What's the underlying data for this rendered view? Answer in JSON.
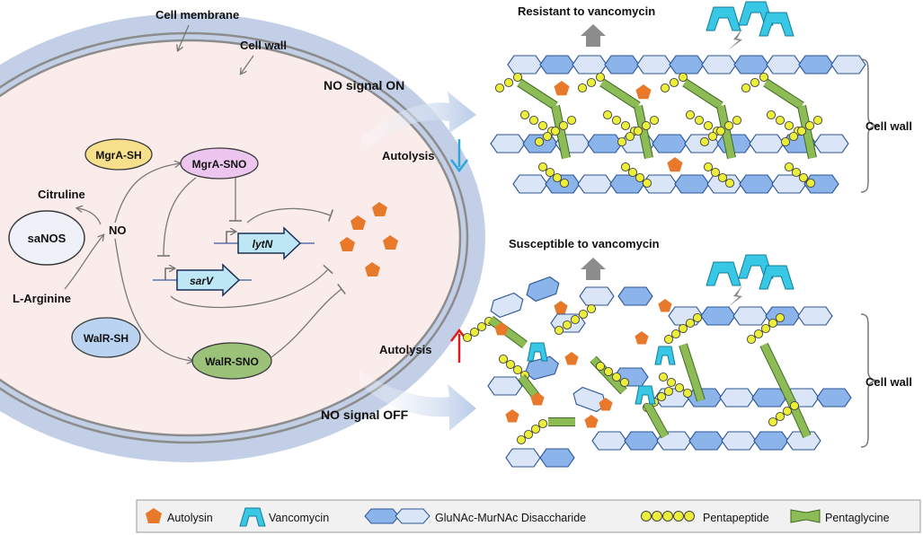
{
  "colors": {
    "cell_wall_band": "#c3cfe6",
    "cytoplasm": "#fbecec",
    "membrane": "#8c8c8c",
    "mgra_sh": "#f7e08c",
    "mgra_sno": "#ecc6ef",
    "walr_sh": "#b9d3f1",
    "walr_sno": "#9cc27a",
    "gene_arrow": "#bde7f5",
    "autolysin": "#e8782a",
    "vancomycin": "#38c8e6",
    "hex_light": "#dae6f7",
    "hex_dark": "#8bb4ea",
    "pentapeptide": "#ecef3a",
    "pentaglycine": "#8dbb55",
    "down_arrow": "#2ca7de",
    "up_arrow": "#e01b1b"
  },
  "labels": {
    "cell_membrane": "Cell membrane",
    "cell_wall_top": "Cell wall",
    "citruline": "Citruline",
    "sanos": "saNOS",
    "no": "NO",
    "l_arginine": "L-Arginine",
    "mgra_sh": "MgrA-SH",
    "mgra_sno": "MgrA-SNO",
    "walr_sh": "WalR-SH",
    "walr_sno": "WalR-SNO",
    "lytn": "lytN",
    "sarv": "sarV",
    "no_signal_on": "NO signal ON",
    "no_signal_off": "NO signal OFF",
    "autolysis_top": "Autolysis",
    "autolysis_bottom": "Autolysis",
    "resistant": "Resistant to vancomycin",
    "susceptible": "Susceptible to vancomycin",
    "cell_wall_right_top": "Cell wall",
    "cell_wall_right_bottom": "Cell wall"
  },
  "legend": {
    "autolysin": "Autolysin",
    "vancomycin": "Vancomycin",
    "disaccharide": "GluNAc-MurNAc  Disaccharide",
    "pentapeptide": "Pentapeptide",
    "pentaglycine": "Pentaglycine"
  }
}
